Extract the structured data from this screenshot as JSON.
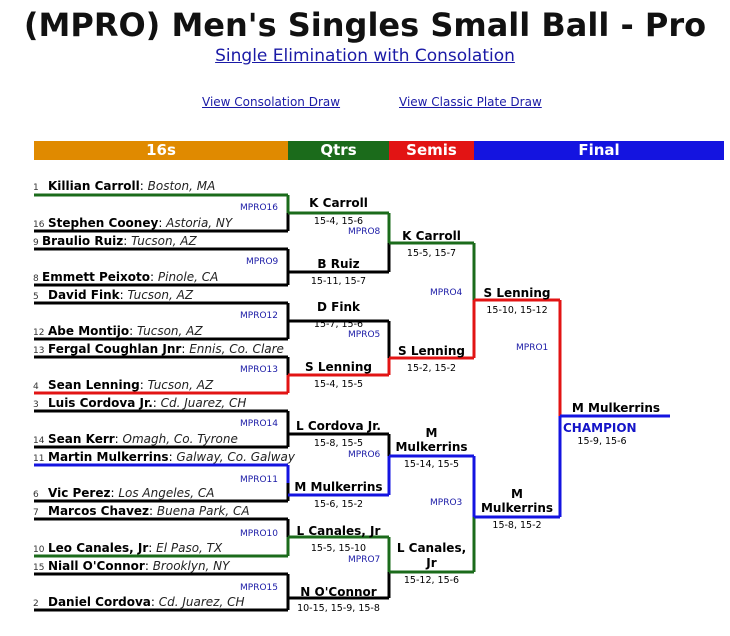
{
  "header": {
    "title": "(MPRO) Men's Singles Small Ball - Pro",
    "subtitle": "Single Elimination with Consolation"
  },
  "links": {
    "consolation": "View Consolation Draw",
    "plate": "View Classic Plate Draw"
  },
  "rounds": {
    "r16": "16s",
    "qtrs": "Qtrs",
    "semis": "Semis",
    "final": "Final"
  },
  "colors": {
    "r16": "#e08a00",
    "qtrs": "#1b6b1b",
    "semis": "#e21414",
    "final": "#1414e0",
    "line_default": "#000000",
    "link": "#1a1aa6"
  },
  "players": [
    {
      "seed": "1",
      "name": "Killian Carroll",
      "loc": "Boston, MA"
    },
    {
      "seed": "16",
      "name": "Stephen Cooney",
      "loc": "Astoria, NY"
    },
    {
      "seed": "9",
      "name": "Braulio Ruiz",
      "loc": "Tucson, AZ"
    },
    {
      "seed": "8",
      "name": "Emmett Peixoto",
      "loc": "Pinole, CA"
    },
    {
      "seed": "5",
      "name": "David Fink",
      "loc": "Tucson, AZ"
    },
    {
      "seed": "12",
      "name": "Abe Montijo",
      "loc": "Tucson, AZ"
    },
    {
      "seed": "13",
      "name": "Fergal Coughlan Jnr",
      "loc": "Ennis, Co. Clare"
    },
    {
      "seed": "4",
      "name": "Sean Lenning",
      "loc": "Tucson, AZ"
    },
    {
      "seed": "3",
      "name": "Luis Cordova Jr.",
      "loc": "Cd. Juarez, CH"
    },
    {
      "seed": "14",
      "name": "Sean Kerr",
      "loc": "Omagh, Co. Tyrone"
    },
    {
      "seed": "11",
      "name": "Martin Mulkerrins",
      "loc": "Galway, Co. Galway"
    },
    {
      "seed": "6",
      "name": "Vic Perez",
      "loc": "Los Angeles, CA"
    },
    {
      "seed": "7",
      "name": "Marcos Chavez",
      "loc": "Buena Park, CA"
    },
    {
      "seed": "10",
      "name": "Leo Canales, Jr",
      "loc": "El Paso, TX"
    },
    {
      "seed": "15",
      "name": "Niall O'Connor",
      "loc": "Brooklyn, NY"
    },
    {
      "seed": "2",
      "name": "Daniel Cordova",
      "loc": "Cd. Juarez, CH"
    }
  ],
  "r16_matches": [
    {
      "id": "MPRO16",
      "winner": "K Carroll",
      "score": "15-4, 15-6"
    },
    {
      "id": "MPRO9",
      "winner": "B Ruiz",
      "score": "15-11, 15-7"
    },
    {
      "id": "MPRO12",
      "winner": "D Fink",
      "score": "15-7, 15-6"
    },
    {
      "id": "MPRO13",
      "winner": "S Lenning",
      "score": "15-4, 15-5"
    },
    {
      "id": "MPRO14",
      "winner": "L Cordova Jr.",
      "score": "15-8, 15-5"
    },
    {
      "id": "MPRO11",
      "winner": "M Mulkerrins",
      "score": "15-6, 15-2"
    },
    {
      "id": "MPRO10",
      "winner": "L Canales, Jr",
      "score": "15-5, 15-10"
    },
    {
      "id": "MPRO15",
      "winner": "N O'Connor",
      "score": "10-15, 15-9, 15-8"
    }
  ],
  "qf_matches": [
    {
      "id": "MPRO8",
      "winner": "K Carroll",
      "score": "15-5, 15-7"
    },
    {
      "id": "MPRO5",
      "winner": "S Lenning",
      "score": "15-2, 15-2"
    },
    {
      "id": "MPRO6",
      "winner_l1": "M",
      "winner_l2": "Mulkerrins",
      "score": "15-14, 15-5"
    },
    {
      "id": "MPRO7",
      "winner_l1": "L Canales,",
      "winner_l2": "Jr",
      "score": "15-12, 15-6"
    }
  ],
  "sf_matches": [
    {
      "id": "MPRO4",
      "winner": "S Lenning",
      "score": "15-10, 15-12"
    },
    {
      "id": "MPRO3",
      "winner_l1": "M",
      "winner_l2": "Mulkerrins",
      "score": "15-8, 15-2"
    }
  ],
  "final_match": {
    "id": "MPRO1",
    "winner": "M Mulkerrins",
    "score": "15-9, 15-6",
    "label": "CHAMPION"
  }
}
